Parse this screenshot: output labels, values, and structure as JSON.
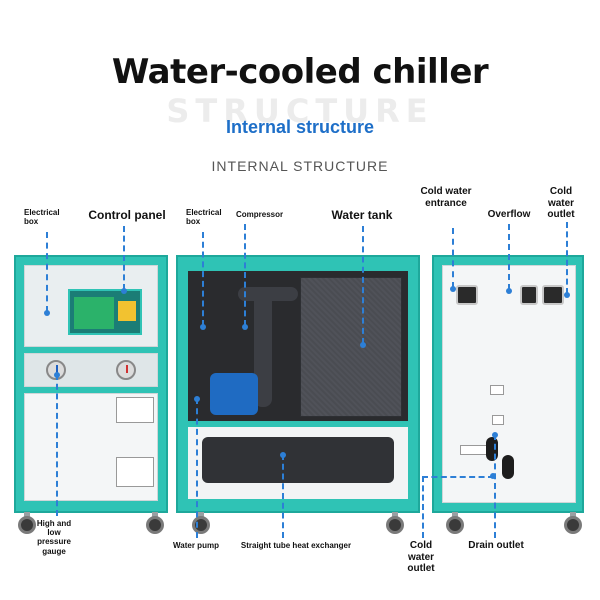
{
  "header": {
    "title": "Water-cooled chiller",
    "watermark": "STRUCTURE",
    "subtitle": "Internal structure",
    "subline": "INTERNAL STRUCTURE"
  },
  "callouts": {
    "electrical_box_left": "Electrical box",
    "control_panel": "Control panel",
    "electrical_box_mid": "Electrical box",
    "compressor": "Compressor",
    "water_tank": "Water tank",
    "cold_water_entrance": "Cold water entrance",
    "overflow": "Overflow",
    "cold_water_outlet_top": "Cold water outlet",
    "high_low_pressure_gauge": "High and low pressure gauge",
    "water_pump": "Water pump",
    "straight_tube_heat_exchanger": "Straight tube heat exchanger",
    "cold_water_outlet_bottom": "Cold water outlet",
    "drain_outlet": "Drain outlet"
  },
  "colors": {
    "cabinet": "#2fc3b5",
    "callout_line": "#2d7fd6",
    "subtitle": "#1e6fc8",
    "pump": "#1f6bc2"
  }
}
